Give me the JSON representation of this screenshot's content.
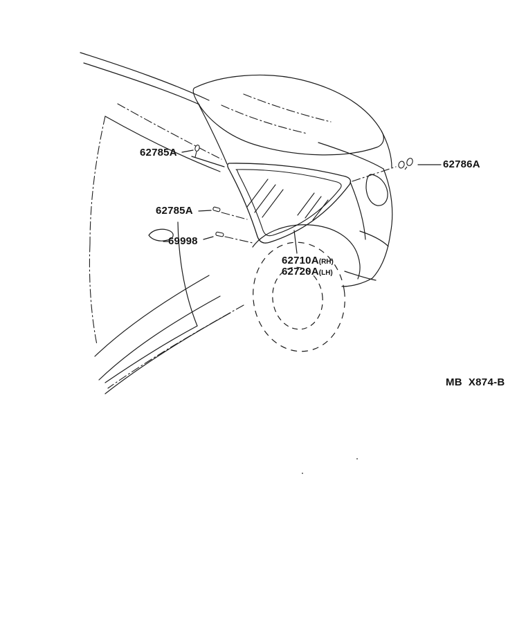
{
  "diagram": {
    "title": "Rear quarter window parts diagram",
    "colors": {
      "background": "#ffffff",
      "line": "#1b1b1b",
      "text": "#121212"
    },
    "callouts": {
      "clip_upper": "62785A",
      "clip_rear": "62786A",
      "clip_lower": "62785A",
      "retainer": "69998",
      "glass_rh": "62710A",
      "glass_rh_suffix": "(RH)",
      "glass_lh": "62720A",
      "glass_lh_suffix": "(LH)"
    },
    "footer_code": "MB  X874-B"
  }
}
